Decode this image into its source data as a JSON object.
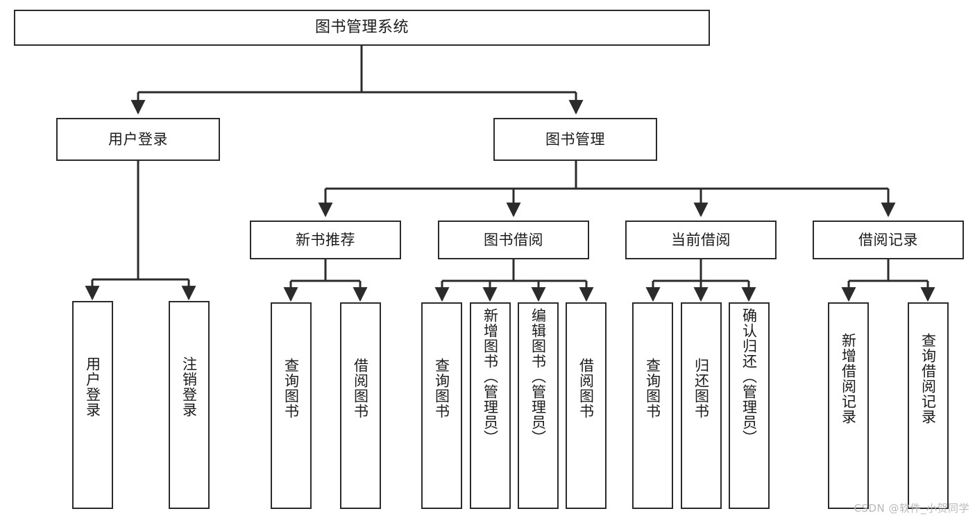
{
  "diagram": {
    "kind": "tree",
    "title": "图书管理系统",
    "watermark": "CSDN @软件_小贺同学",
    "style": {
      "background": "#ffffff",
      "node_fill": "#ffffff",
      "node_border": "#2b2b2b",
      "edge_color": "#2b2b2b",
      "text_color": "#1b1b1b"
    },
    "nodes": {
      "root": {
        "label": "图书管理系统",
        "level": 1,
        "orientation": "horizontal"
      },
      "l2_user": {
        "label": "用户登录",
        "level": 2,
        "orientation": "horizontal"
      },
      "l2_book": {
        "label": "图书管理",
        "level": 2,
        "orientation": "horizontal"
      },
      "l3_new": {
        "label": "新书推荐",
        "level": 3,
        "orientation": "horizontal"
      },
      "l3_borrow": {
        "label": "图书借阅",
        "level": 3,
        "orientation": "horizontal"
      },
      "l3_current": {
        "label": "当前借阅",
        "level": 3,
        "orientation": "horizontal"
      },
      "l3_record": {
        "label": "借阅记录",
        "level": 3,
        "orientation": "horizontal"
      },
      "leaf_user_login": {
        "label": "用户登录",
        "level": 4,
        "orientation": "vertical"
      },
      "leaf_user_logout": {
        "label": "注销登录",
        "level": 4,
        "orientation": "vertical"
      },
      "leaf_new_query": {
        "label": "查询图书",
        "level": 4,
        "orientation": "vertical"
      },
      "leaf_new_borrow": {
        "label": "借阅图书",
        "level": 4,
        "orientation": "vertical"
      },
      "leaf_borrow_query": {
        "label": "查询图书",
        "level": 4,
        "orientation": "vertical"
      },
      "leaf_borrow_add": {
        "label": "新增图书（管理员）",
        "level": 4,
        "orientation": "vertical"
      },
      "leaf_borrow_edit": {
        "label": "编辑图书（管理员）",
        "level": 4,
        "orientation": "vertical"
      },
      "leaf_borrow_lend": {
        "label": "借阅图书",
        "level": 4,
        "orientation": "vertical"
      },
      "leaf_cur_query": {
        "label": "查询图书",
        "level": 4,
        "orientation": "vertical"
      },
      "leaf_cur_return": {
        "label": "归还图书",
        "level": 4,
        "orientation": "vertical"
      },
      "leaf_cur_confirm": {
        "label": "确认归还（管理员）",
        "level": 4,
        "orientation": "vertical"
      },
      "leaf_rec_add": {
        "label": "新增借阅记录",
        "level": 4,
        "orientation": "vertical"
      },
      "leaf_rec_query": {
        "label": "查询借阅记录",
        "level": 4,
        "orientation": "vertical"
      }
    },
    "edges": [
      {
        "from": "root",
        "to": "l2_user"
      },
      {
        "from": "root",
        "to": "l2_book"
      },
      {
        "from": "l2_user",
        "to": "leaf_user_login"
      },
      {
        "from": "l2_user",
        "to": "leaf_user_logout"
      },
      {
        "from": "l2_book",
        "to": "l3_new"
      },
      {
        "from": "l2_book",
        "to": "l3_borrow"
      },
      {
        "from": "l2_book",
        "to": "l3_current"
      },
      {
        "from": "l2_book",
        "to": "l3_record"
      },
      {
        "from": "l3_new",
        "to": "leaf_new_query"
      },
      {
        "from": "l3_new",
        "to": "leaf_new_borrow"
      },
      {
        "from": "l3_borrow",
        "to": "leaf_borrow_query"
      },
      {
        "from": "l3_borrow",
        "to": "leaf_borrow_add"
      },
      {
        "from": "l3_borrow",
        "to": "leaf_borrow_edit"
      },
      {
        "from": "l3_borrow",
        "to": "leaf_borrow_lend"
      },
      {
        "from": "l3_current",
        "to": "leaf_cur_query"
      },
      {
        "from": "l3_current",
        "to": "leaf_cur_return"
      },
      {
        "from": "l3_current",
        "to": "leaf_cur_confirm"
      },
      {
        "from": "l3_record",
        "to": "leaf_rec_add"
      },
      {
        "from": "l3_record",
        "to": "leaf_rec_query"
      }
    ]
  }
}
